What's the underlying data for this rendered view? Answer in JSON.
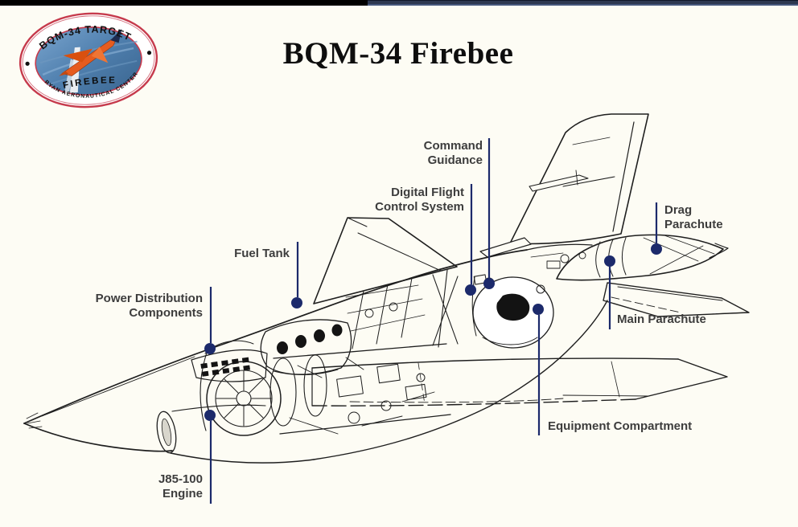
{
  "window": {
    "topbar_left_color": "#000000",
    "topbar_right_color": "#2d3850"
  },
  "page": {
    "background_color": "#fdfcf4",
    "title": "BQM-34 Firebee"
  },
  "logo": {
    "top_arc_text": "BQM-34 TARGET",
    "center_text": "FIREBEE",
    "bottom_arc_text": "RYAN AERONAUTICAL CENTER",
    "ring_color": "#c63a4c",
    "sea_color": "#4f7fae",
    "drone_color": "#e65c1f"
  },
  "diagram": {
    "accent_color": "#1c2a6b",
    "label_color": "#3d3d3d",
    "callouts": [
      {
        "id": "command-guidance",
        "text": "Command\nGuidance"
      },
      {
        "id": "digital-flight-control-system",
        "text": "Digital Flight\nControl System"
      },
      {
        "id": "fuel-tank",
        "text": "Fuel Tank"
      },
      {
        "id": "power-distribution-components",
        "text": "Power Distribution\nComponents"
      },
      {
        "id": "drag-parachute",
        "text": "Drag\nParachute"
      },
      {
        "id": "main-parachute",
        "text": "Main Parachute"
      },
      {
        "id": "equipment-compartment",
        "text": "Equipment Compartment"
      },
      {
        "id": "j85-100-engine",
        "text": "J85-100\nEngine"
      }
    ]
  }
}
